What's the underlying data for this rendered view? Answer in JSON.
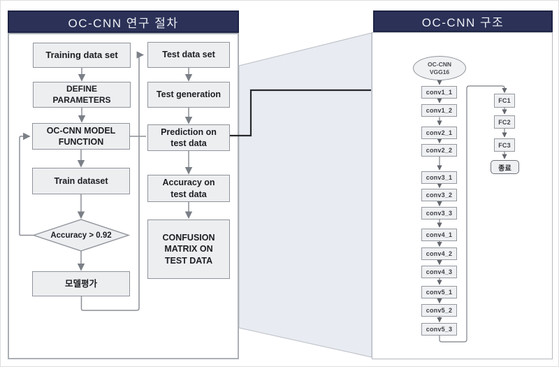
{
  "colors": {
    "header_bg": "#2b3157",
    "header_text": "#eef0f5",
    "box_fill": "#eceef0",
    "box_border": "#8f939a",
    "gray_line": "#8a8e95",
    "black_line": "#26282b",
    "trapezoid_fill": "#e8ebf1"
  },
  "left_panel": {
    "title": "OC-CNN 연구 절차",
    "nodes": {
      "training": "Training data set",
      "define": "DEFINE PARAMETERS",
      "model_fn": "OC-CNN MODEL FUNCTION",
      "train_ds": "Train dataset",
      "decision": "Accuracy > 0.92",
      "model_eval": "모델평가",
      "test_ds": "Test data set",
      "test_gen": "Test generation",
      "prediction": "Prediction on test data",
      "accuracy": "Accuracy on test data",
      "confusion": "CONFUSION MATRIX ON TEST DATA"
    }
  },
  "right_panel": {
    "title": "OC-CNN 구조",
    "start_lines": [
      "OC-CNN",
      "VGG16"
    ],
    "conv_layers": [
      "conv1_1",
      "conv1_2",
      "conv2_1",
      "conv2_2",
      "conv3_1",
      "conv3_2",
      "conv3_3",
      "conv4_1",
      "conv4_2",
      "conv4_3",
      "conv5_1",
      "conv5_2",
      "conv5_3"
    ],
    "fc_layers": [
      "FC1",
      "FC2",
      "FC3"
    ],
    "end_node": "종료"
  }
}
